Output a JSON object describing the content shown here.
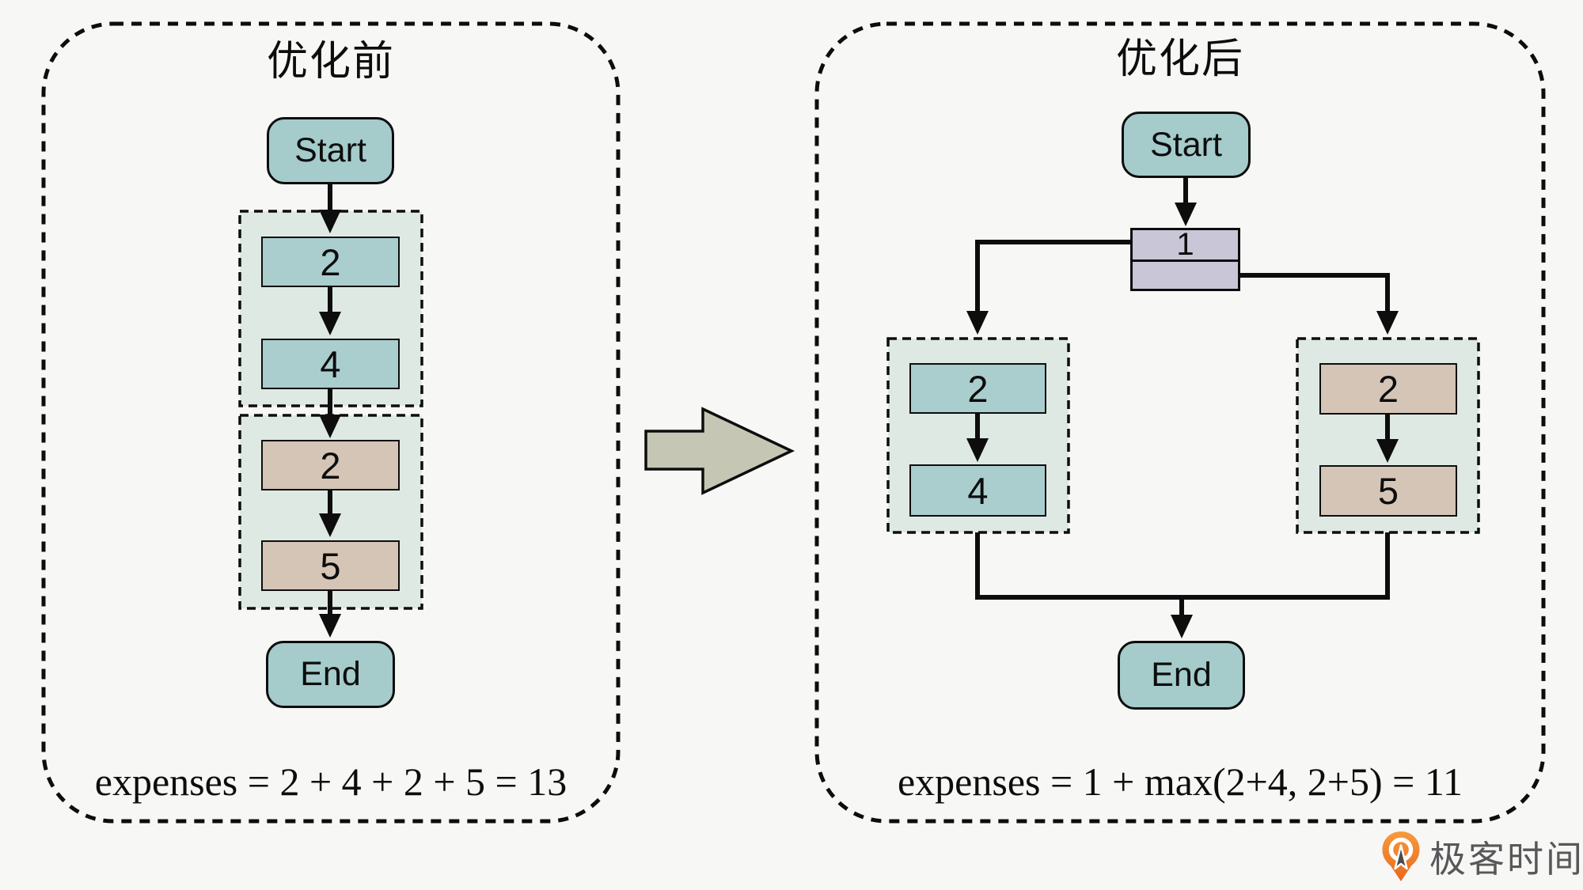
{
  "colors": {
    "background": "#f7f7f5",
    "terminal_node_fill": "#a5cbcb",
    "process_box_teal": "#a9cecd",
    "process_box_tan": "#d5c5b6",
    "fork_node_lavender": "#c9c6d8",
    "group_background": "#dfe9e4",
    "block_arrow_fill": "#c5c6b4",
    "line_black": "#0d0d0d",
    "logo_orange": "#ee7623",
    "logo_text_gray": "#58585a"
  },
  "panel_before": {
    "title": "优化前",
    "start_label": "Start",
    "end_label": "End",
    "group1_boxes": [
      "2",
      "4"
    ],
    "group2_boxes": [
      "2",
      "5"
    ],
    "formula": "expenses = 2 + 4 + 2 + 5 = 13"
  },
  "panel_after": {
    "title": "优化后",
    "start_label": "Start",
    "end_label": "End",
    "fork_label": "1",
    "left_group_boxes": [
      "2",
      "4"
    ],
    "right_group_boxes": [
      "2",
      "5"
    ],
    "formula": "expenses = 1 + max(2+4, 2+5) = 11"
  },
  "logo": {
    "text": "极客时间"
  }
}
